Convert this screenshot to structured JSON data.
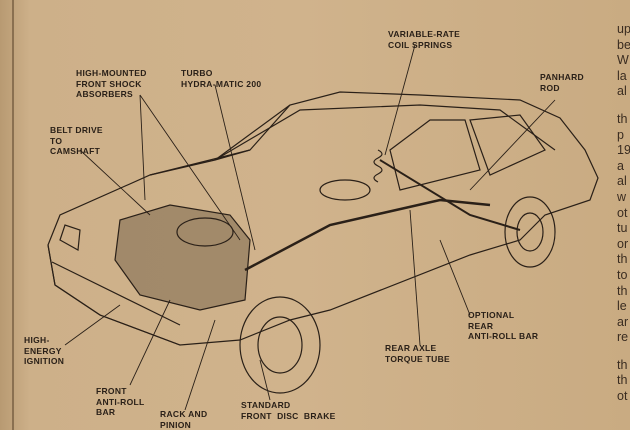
{
  "labels": {
    "coil_springs": "VARIABLE-RATE\nCOIL SPRINGS",
    "shocks": "HIGH-MOUNTED\nFRONT SHOCK\nABSORBERS",
    "turbo": "TURBO\nHYDRA-MATIC 200",
    "panhard": "PANHARD\nROD",
    "belt": "BELT DRIVE\nTO\nCAMSHAFT",
    "ignition": "HIGH-\nENERGY\nIGNITION",
    "rear_bar": "OPTIONAL\nREAR\nANTI-ROLL BAR",
    "torque_tube": "REAR AXLE\nTORQUE TUBE",
    "front_bar": "FRONT\nANTI-ROLL\nBAR",
    "rack": "RACK AND\nPINION",
    "brake": "STANDARD\nFRONT  DISC  BRAKE"
  },
  "column_fragments": [
    "up",
    "be",
    "W",
    "la",
    "al",
    "",
    "th",
    "p",
    "19",
    "a",
    "al",
    "w",
    "ot",
    "tu",
    "or",
    "th",
    "to",
    "th",
    "le",
    "ar",
    "re",
    "",
    "th",
    "th",
    "ot"
  ]
}
